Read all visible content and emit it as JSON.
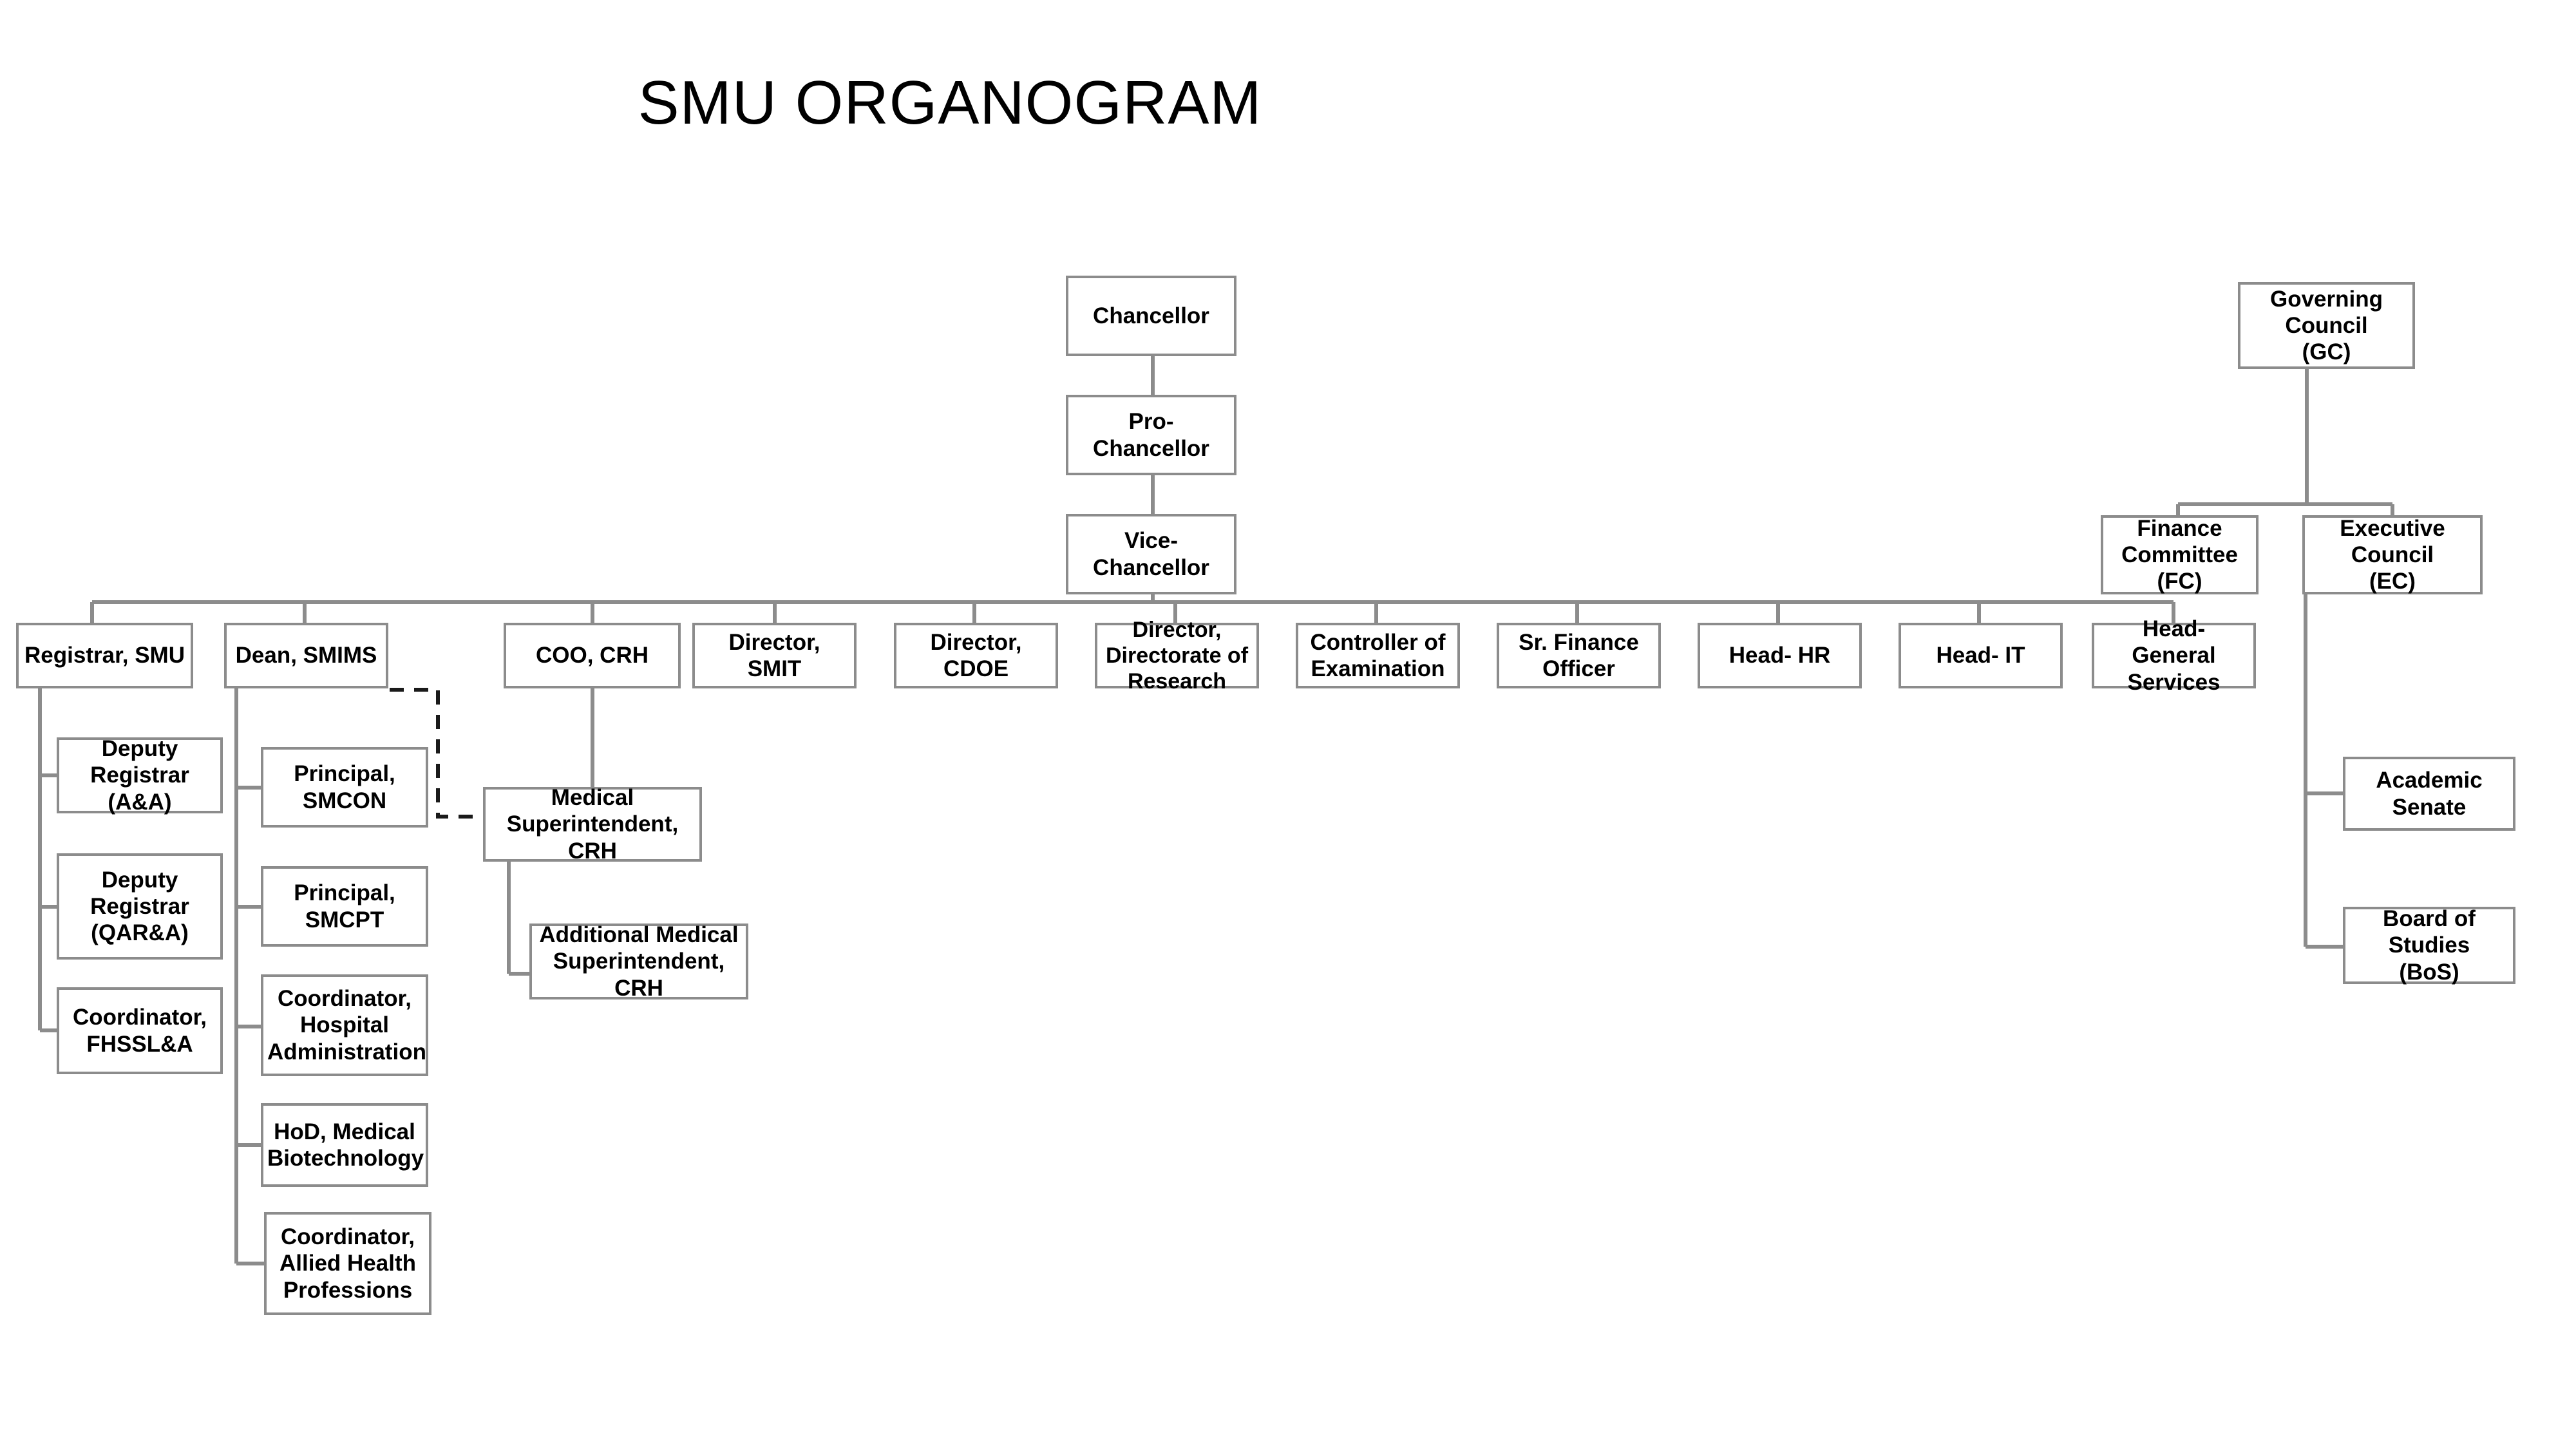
{
  "title": "SMU ORGANOGRAM",
  "colors": {
    "box_border": "#8c8c8c",
    "connector": "#8c8c8c",
    "dashed_connector": "#1a1a1a",
    "text": "#000000",
    "background": "#ffffff"
  },
  "nodes": {
    "chancellor": "Chancellor",
    "pro_chancellor": "Pro-Chancellor",
    "vice_chancellor": "Vice-Chancellor",
    "governing_council": "Governing Council\n(GC)",
    "finance_committee": "Finance\nCommittee (FC)",
    "executive_council": "Executive Council\n(EC)",
    "academic_senate": "Academic Senate",
    "board_of_studies": "Board of Studies\n(BoS)",
    "registrar_smu": "Registrar, SMU",
    "dean_smims": "Dean, SMIMS",
    "coo_crh": "COO, CRH",
    "director_smit": "Director, SMIT",
    "director_cdoe": "Director, CDOE",
    "director_research": "Director,\nDirectorate of\nResearch",
    "controller_examination": "Controller of\nExamination",
    "sr_finance_officer": "Sr. Finance\nOfficer",
    "head_hr": "Head- HR",
    "head_it": "Head- IT",
    "head_general_services": "Head- General\nServices",
    "deputy_registrar_aa": "Deputy\nRegistrar (A&A)",
    "deputy_registrar_qara": "Deputy\nRegistrar\n(QAR&A)",
    "coordinator_fhssla": "Coordinator,\nFHSSL&A",
    "principal_smcon": "Principal,\nSMCON",
    "principal_smcpt": "Principal,\nSMCPT",
    "coordinator_hospital_admin": "Coordinator,\nHospital\nAdministration",
    "hod_medical_biotechnology": "HoD, Medical\nBiotechnology",
    "coordinator_allied_health": "Coordinator,\nAllied Health\nProfessions",
    "medical_superintendent": "Medical\nSuperintendent, CRH",
    "additional_medical_superintendent": "Additional Medical\nSuperintendent, CRH"
  }
}
